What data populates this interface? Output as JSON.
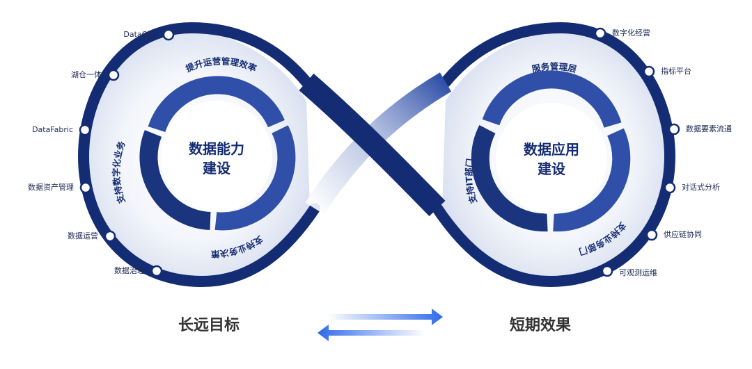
{
  "left_loop": {
    "core": {
      "line1": "数据能力",
      "line2": "建设"
    },
    "top_arc": "提升运营管理效率",
    "left_arc": "支持数字化业务",
    "bottom_arc": "支持业务决策",
    "nodes": [
      "DataOps",
      "湖仓一体",
      "DataFabric",
      "数据资产管理",
      "数据运营",
      "数据治理"
    ]
  },
  "right_loop": {
    "core": {
      "line1": "数据应用",
      "line2": "建设"
    },
    "top_arc": "服务管理层",
    "left_arc": "支持IT部门",
    "bottom_arc": "支持业务部门",
    "nodes": [
      "数字化经营",
      "指标平台",
      "数据要素流通",
      "对话式分析",
      "供应链协同",
      "可观测运维"
    ]
  },
  "footer": {
    "left": "长远目标",
    "right": "短期效果"
  },
  "colors": {
    "ring_dark": "#142c73",
    "ring_light": "#2f4fa8",
    "gradient_light": "#eef1f8",
    "arrow_blue": "#2e6bea"
  }
}
